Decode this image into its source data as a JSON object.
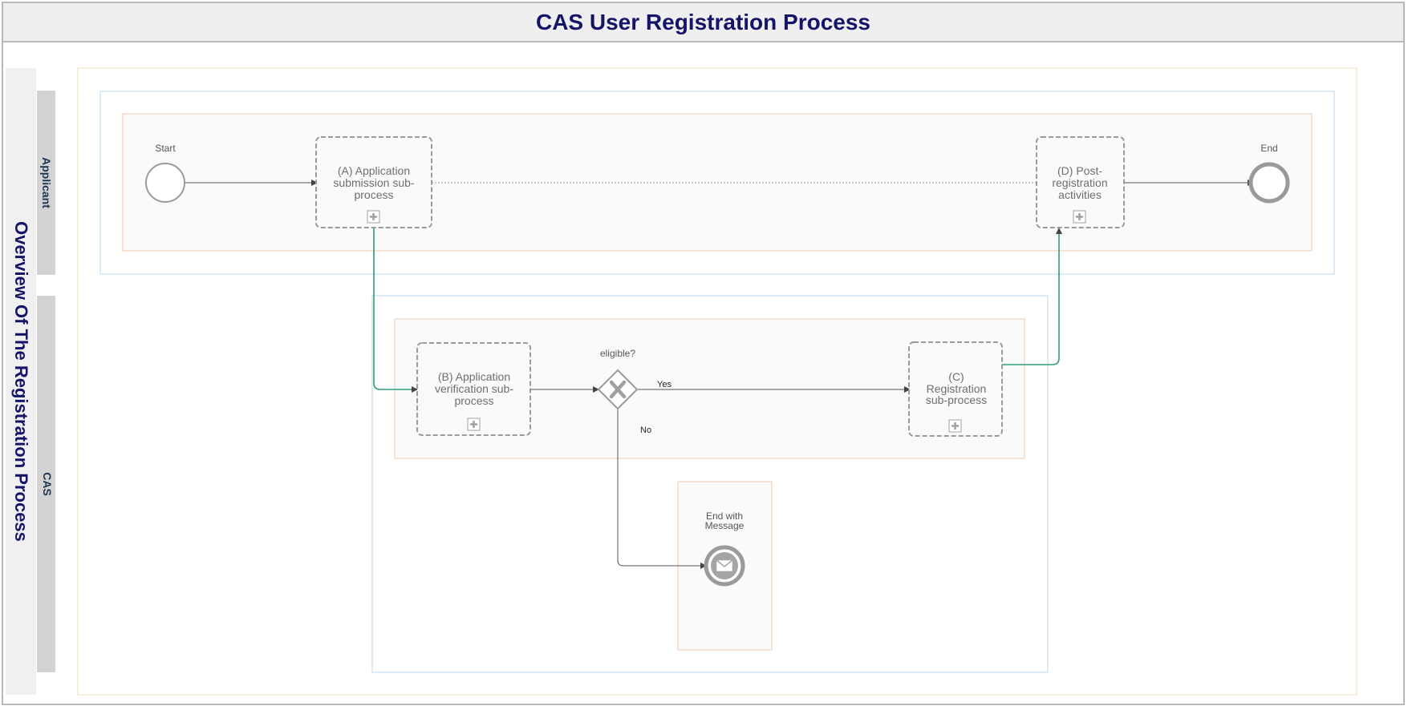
{
  "page": {
    "title": "CAS User Registration Process"
  },
  "pool": {
    "label": "Overview Of The Registration Process"
  },
  "lanes": [
    {
      "label": "Applicant"
    },
    {
      "label": "CAS"
    }
  ],
  "events": {
    "start": {
      "label": "Start"
    },
    "end": {
      "label": "End"
    },
    "end_message": {
      "label_line1": "End with",
      "label_line2": "Message"
    }
  },
  "tasks": {
    "a": {
      "line1": "(A) Application",
      "line2": "submission sub-",
      "line3": "process"
    },
    "b": {
      "line1": "(B) Application",
      "line2": "verification sub-",
      "line3": "process"
    },
    "c": {
      "line1": "(C)",
      "line2": "Registration",
      "line3": "sub-process"
    },
    "d": {
      "line1": "(D) Post-",
      "line2": "registration",
      "line3": "activities"
    }
  },
  "gateway": {
    "label": "eligible?",
    "yes_label": "Yes",
    "no_label": "No"
  },
  "colors": {
    "title_text": "#141468",
    "lane_label": "#1c3550",
    "sequence_flow": "#555555",
    "message_flow": "#2e9e78",
    "task_border": "#9a9a9a",
    "pool_outline": "#f3dfb8",
    "lane_outline": "#b9d9ec",
    "subprocess_outline": "#f3c9b0"
  },
  "icons": [
    "collapsed-subprocess-marker-icon",
    "exclusive-gateway-x-icon",
    "envelope-icon"
  ]
}
